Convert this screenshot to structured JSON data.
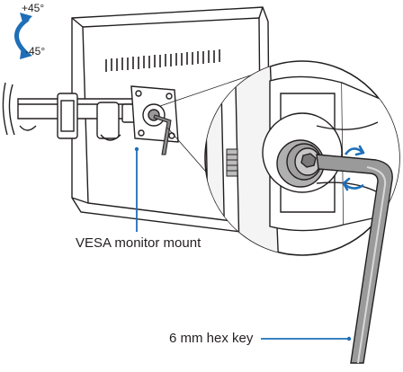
{
  "tilt": {
    "up_label": "+45°",
    "down_label": "-45°",
    "arrow_color": "#1e6fb8"
  },
  "callouts": {
    "vesa_label": "VESA monitor mount",
    "hexkey_label": "6 mm hex key",
    "leader_color": "#1e6fb8"
  },
  "colors": {
    "line": "#231f20",
    "bolt_fill": "#9a9a9a",
    "background": "#ffffff"
  }
}
